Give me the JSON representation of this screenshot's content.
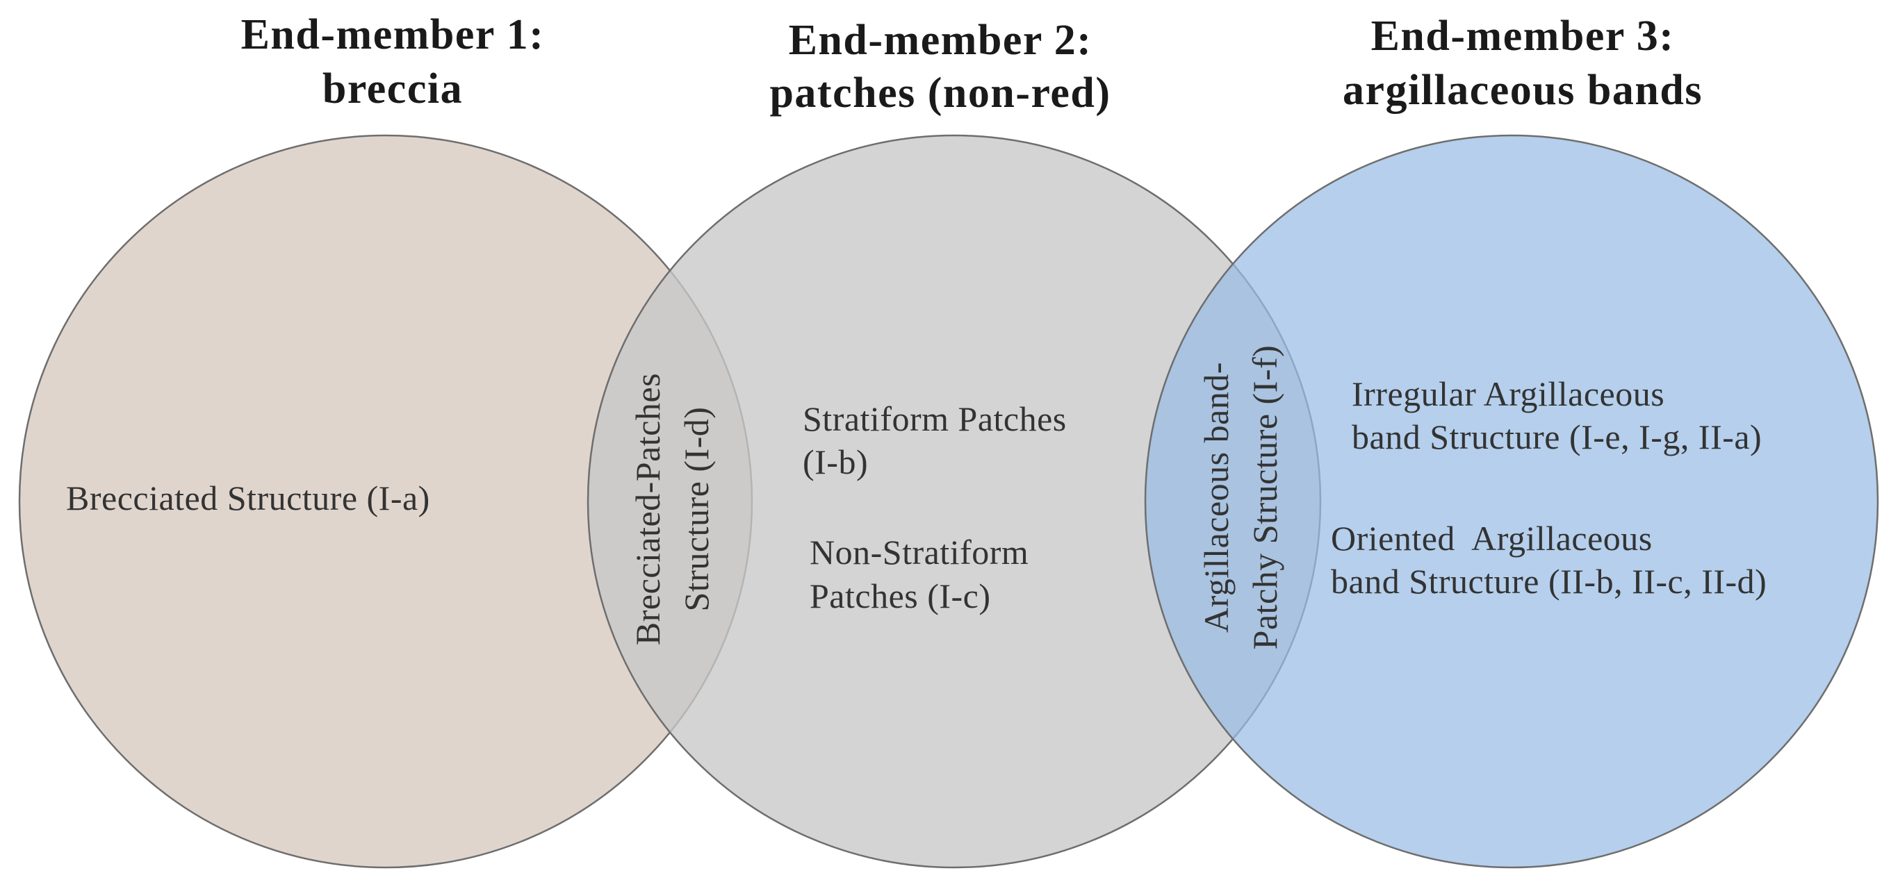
{
  "headers": {
    "em1": {
      "line1": "End-member 1:",
      "line2": "breccia"
    },
    "em2": {
      "line1": "End-member 2:",
      "line2": "patches (non-red)"
    },
    "em3": {
      "line1": "End-member 3:",
      "line2": "argillaceous bands"
    }
  },
  "regions": {
    "breccia": "Brecciated Structure (I-a)",
    "breccia_patches": {
      "line1": "Brecciated-Patches",
      "line2": "Structure (I-d)"
    },
    "stratiform": {
      "line1": "Stratiform Patches",
      "line2": "(I-b)"
    },
    "non_stratiform": {
      "line1": "Non-Stratiform",
      "line2": "Patches (I-c)"
    },
    "argillaceous_patchy": {
      "line1": "Argillaceous band-",
      "line2": "Patchy Structure (I-f)"
    },
    "irregular": {
      "line1": "Irregular Argillaceous",
      "line2": "band Structure (I-e, I-g, II-a)"
    },
    "oriented": {
      "line1": "Oriented  Argillaceous",
      "line2": "band Structure (II-b, II-c, II-d)"
    }
  },
  "colors": {
    "breccia_fill": "#e0d5cd",
    "patches_fill": "#c8c8c8",
    "bands_fill": "#99bde4",
    "outline": "#6e6e6e",
    "text": "#333333"
  }
}
